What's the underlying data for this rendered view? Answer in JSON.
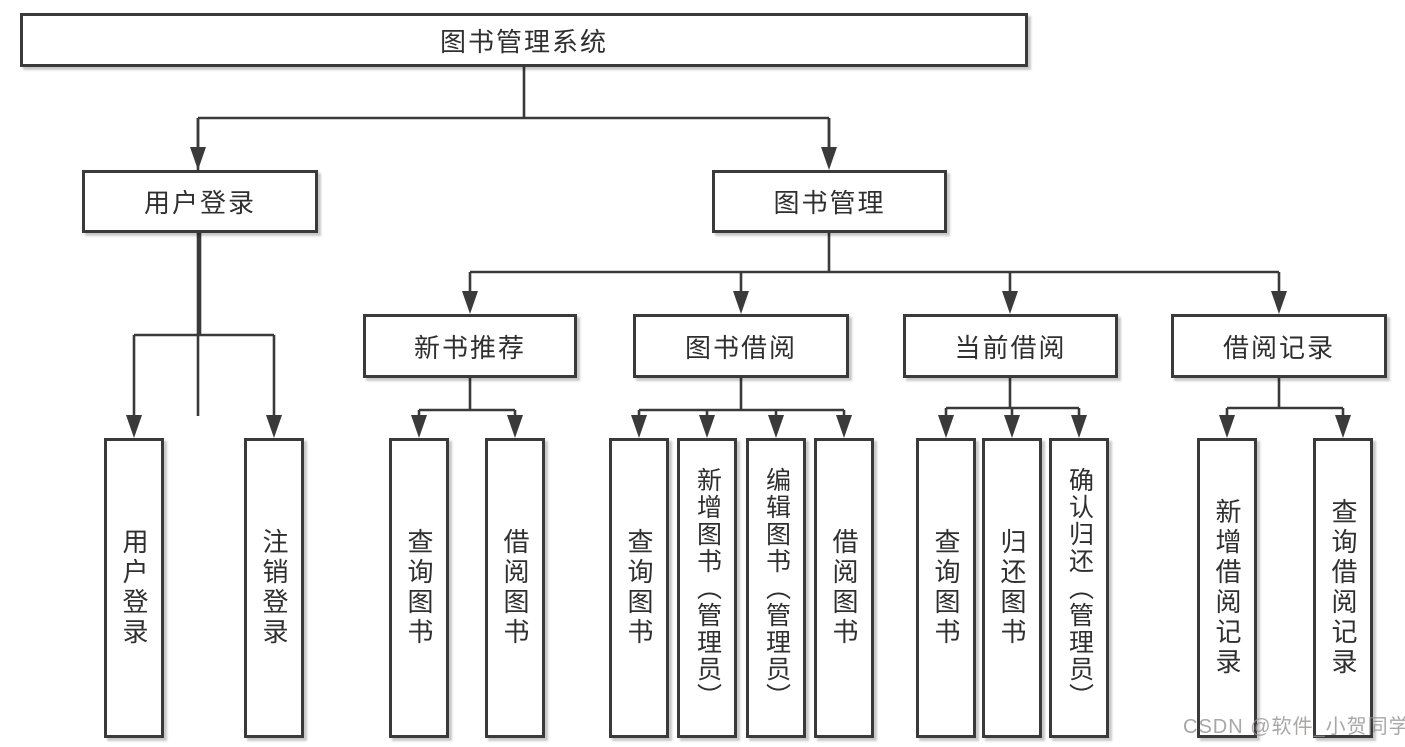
{
  "diagram": {
    "root": {
      "label": "图书管理系统"
    },
    "branches": [
      {
        "label": "用户登录",
        "children": [
          {
            "label": "用户登录"
          },
          {
            "label": "注销登录"
          }
        ]
      },
      {
        "label": "图书管理",
        "groups": [
          {
            "label": "新书推荐",
            "children": [
              {
                "label": "查询图书"
              },
              {
                "label": "借阅图书"
              }
            ]
          },
          {
            "label": "图书借阅",
            "children": [
              {
                "label": "查询图书"
              },
              {
                "label": "新增图书（管理员）"
              },
              {
                "label": "编辑图书（管理员）"
              },
              {
                "label": "借阅图书"
              }
            ]
          },
          {
            "label": "当前借阅",
            "children": [
              {
                "label": "查询图书"
              },
              {
                "label": "归还图书"
              },
              {
                "label": "确认归还（管理员）"
              }
            ]
          },
          {
            "label": "借阅记录",
            "children": [
              {
                "label": "新增借阅记录"
              },
              {
                "label": "查询借阅记录"
              }
            ]
          }
        ]
      }
    ]
  },
  "watermark": {
    "text": "CSDN @软件_小贺同学"
  },
  "colors": {
    "line": "#3a3a3a",
    "text": "#2f2f2f",
    "background": "#ffffff",
    "watermark": "#949090"
  }
}
